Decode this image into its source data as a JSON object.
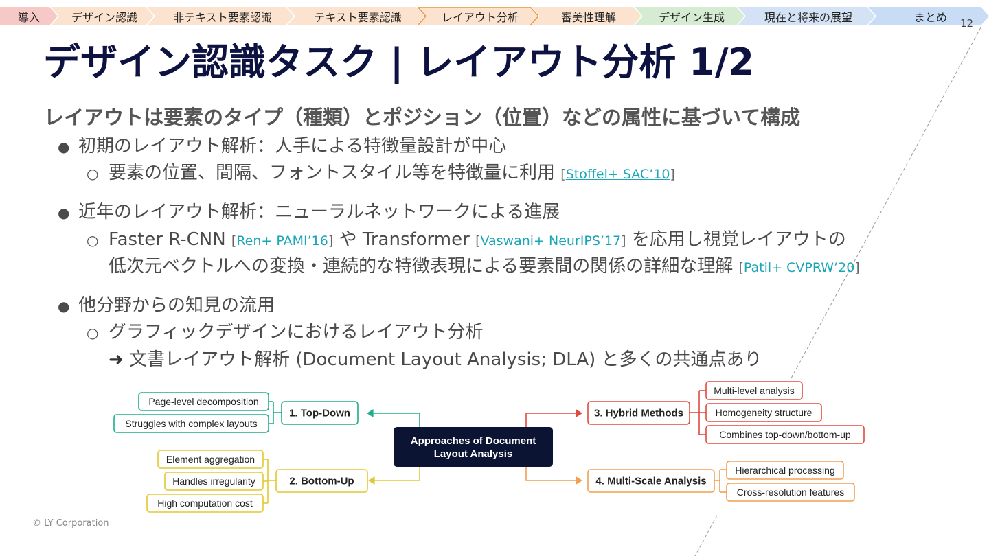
{
  "nav": {
    "items": [
      {
        "label": "導入",
        "color": "#f6c9c6"
      },
      {
        "label": "デザイン認識",
        "color": "#fbe3cf"
      },
      {
        "label": "非テキスト要素認識",
        "color": "#fbe3cf"
      },
      {
        "label": "テキスト要素認識",
        "color": "#fbe3cf"
      },
      {
        "label": "レイアウト分析",
        "color": "#fbe3cf"
      },
      {
        "label": "審美性理解",
        "color": "#fbe3cf"
      },
      {
        "label": "デザイン生成",
        "color": "#d6ecd2"
      },
      {
        "label": "現在と将来の展望",
        "color": "#d3e2f4"
      },
      {
        "label": "まとめ",
        "color": "#c9dcf5"
      }
    ],
    "active_index": 4,
    "active_border": "#e89a3c"
  },
  "page_number": "12",
  "title": "デザイン認識タスク | レイアウト分析 1/2",
  "lead": "レイアウトは要素のタイプ（種類）とポジション（位置）などの属性に基づいて構成",
  "bullets": {
    "b1": {
      "text": "初期のレイアウト解析：人手による特徴量設計が中心"
    },
    "b1a": {
      "text": "要素の位置、間隔、フォントスタイル等を特徴量に利用",
      "ref": "Stoffel+ SAC’10"
    },
    "b2": {
      "text": "近年のレイアウト解析：ニューラルネットワークによる進展"
    },
    "b2a": {
      "t1": "Faster R-CNN",
      "ref1": "Ren+ PAMI’16",
      "t2": "や Transformer",
      "ref2": "Vaswani+ NeurIPS’17",
      "t3": "を応用し視覚レイアウトの"
    },
    "b2b": {
      "text": "低次元ベクトルへの変換・連続的な特徴表現による要素間の関係の詳細な理解",
      "ref": "Patil+ CVPRW’20"
    },
    "b3": {
      "text": "他分野からの知見の流用"
    },
    "b3a": {
      "text": "グラフィックデザインにおけるレイアウト分析"
    },
    "b3b": {
      "arrow": "➜",
      "text": "文書レイアウト解析 (Document Layout Analysis; DLA) と多くの共通点あり"
    }
  },
  "diagram": {
    "center": {
      "line1": "Approaches of Document",
      "line2": "Layout Analysis"
    },
    "top_down": {
      "label": "1. Top-Down",
      "color": "#1fae8a",
      "leaves": [
        "Page-level decomposition",
        "Struggles with complex layouts"
      ]
    },
    "bottom_up": {
      "label": "2. Bottom-Up",
      "color": "#e3c832",
      "leaves": [
        "Element aggregation",
        "Handles irregularity",
        "High computation cost"
      ]
    },
    "hybrid": {
      "label": "3. Hybrid Methods",
      "color": "#e04a3f",
      "leaves": [
        "Multi-level analysis",
        "Homogeneity structure",
        "Combines top-down/bottom-up"
      ]
    },
    "multiscale": {
      "label": "4. Multi-Scale Analysis",
      "color": "#f0a050",
      "leaves": [
        "Hierarchical processing",
        "Cross-resolution features"
      ]
    }
  },
  "copyright": "© LY Corporation"
}
